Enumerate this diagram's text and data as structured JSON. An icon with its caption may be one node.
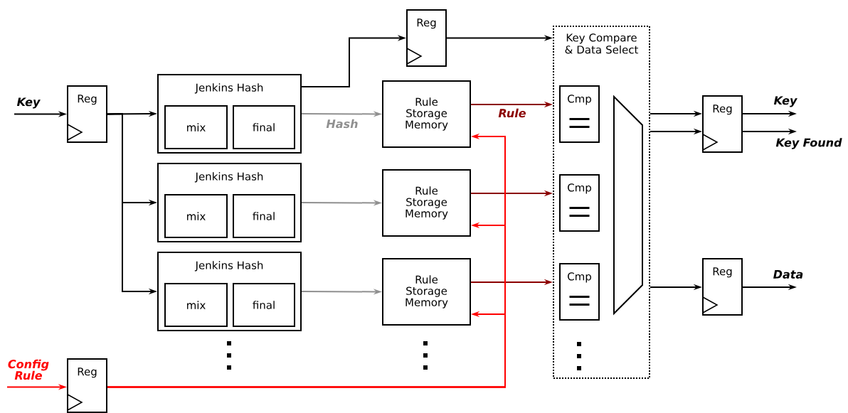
{
  "diagram": {
    "nodes": [
      {
        "text": [
          "Reg"
        ]
      },
      {
        "text": [
          "Jenkins Hash"
        ]
      },
      {
        "text": [
          "mix"
        ],
        "in": 1
      },
      {
        "text": [
          "final"
        ],
        "in": 1
      },
      {
        "text": [
          "Jenkins Hash"
        ]
      },
      {
        "text": [
          "mix"
        ],
        "in": 4
      },
      {
        "text": [
          "final"
        ],
        "in": 4
      },
      {
        "text": [
          "Jenkins Hash"
        ]
      },
      {
        "text": [
          "mix"
        ],
        "in": 7
      },
      {
        "text": [
          "final"
        ],
        "in": 7
      },
      {
        "text": [
          "Reg"
        ]
      },
      {
        "text": [
          "Rule Storage Memory"
        ]
      },
      {
        "text": [
          "Rule Storage Memory"
        ]
      },
      {
        "text": [
          "Rule Storage Memory"
        ]
      },
      {
        "text": [
          "Key Compare & Data Select"
        ]
      },
      {
        "text": [
          "Cmp"
        ],
        "in": 14
      },
      {
        "text": [
          "Cmp"
        ],
        "in": 14
      },
      {
        "text": [
          "Cmp"
        ],
        "in": 14
      },
      {
        "text": [],
        "shape": "trapezoid",
        "in": 14
      },
      {
        "text": [
          "Reg"
        ]
      },
      {
        "text": [
          "Reg"
        ]
      },
      {
        "text": [
          "Reg"
        ]
      }
    ],
    "edges": [
      {
        "from": null,
        "to": 0,
        "arrow": "to",
        "label": "Key"
      },
      {
        "from": 0,
        "to": 1,
        "arrow": "to"
      },
      {
        "from": 0,
        "to": 4,
        "arrow": "to"
      },
      {
        "from": 0,
        "to": 7,
        "arrow": "to"
      },
      {
        "from": 1,
        "to": 10,
        "arrow": "to"
      },
      {
        "from": 10,
        "to": 14,
        "arrow": "to"
      },
      {
        "from": 1,
        "to": 11,
        "arrow": "to",
        "label": "Hash",
        "color": "#909090"
      },
      {
        "from": 4,
        "to": 12,
        "arrow": "to",
        "color": "#909090"
      },
      {
        "from": 7,
        "to": 13,
        "arrow": "to",
        "color": "#909090"
      },
      {
        "from": 11,
        "to": 14,
        "arrow": "to",
        "label": "Rule",
        "color": "#8b0000"
      },
      {
        "from": 12,
        "to": 14,
        "arrow": "to",
        "color": "#8b0000"
      },
      {
        "from": 13,
        "to": 14,
        "arrow": "to",
        "color": "#8b0000"
      },
      {
        "from": null,
        "to": 21,
        "arrow": "to",
        "label": "Config Rule",
        "color": "#ff0000"
      },
      {
        "from": 21,
        "to": 11,
        "arrow": "to",
        "color": "#ff0000"
      },
      {
        "from": 21,
        "to": 12,
        "arrow": "to",
        "color": "#ff0000"
      },
      {
        "from": 21,
        "to": 13,
        "arrow": "to",
        "color": "#ff0000"
      },
      {
        "from": 14,
        "to": 19,
        "arrow": "to"
      },
      {
        "from": 14,
        "to": 19,
        "arrow": "to"
      },
      {
        "from": 14,
        "to": 20,
        "arrow": "to"
      },
      {
        "from": 19,
        "to": null,
        "arrow": "to",
        "label": "Key"
      },
      {
        "from": 19,
        "to": null,
        "arrow": "to",
        "label": "Key Found"
      },
      {
        "from": 20,
        "to": null,
        "arrow": "to",
        "label": "Data"
      }
    ]
  }
}
